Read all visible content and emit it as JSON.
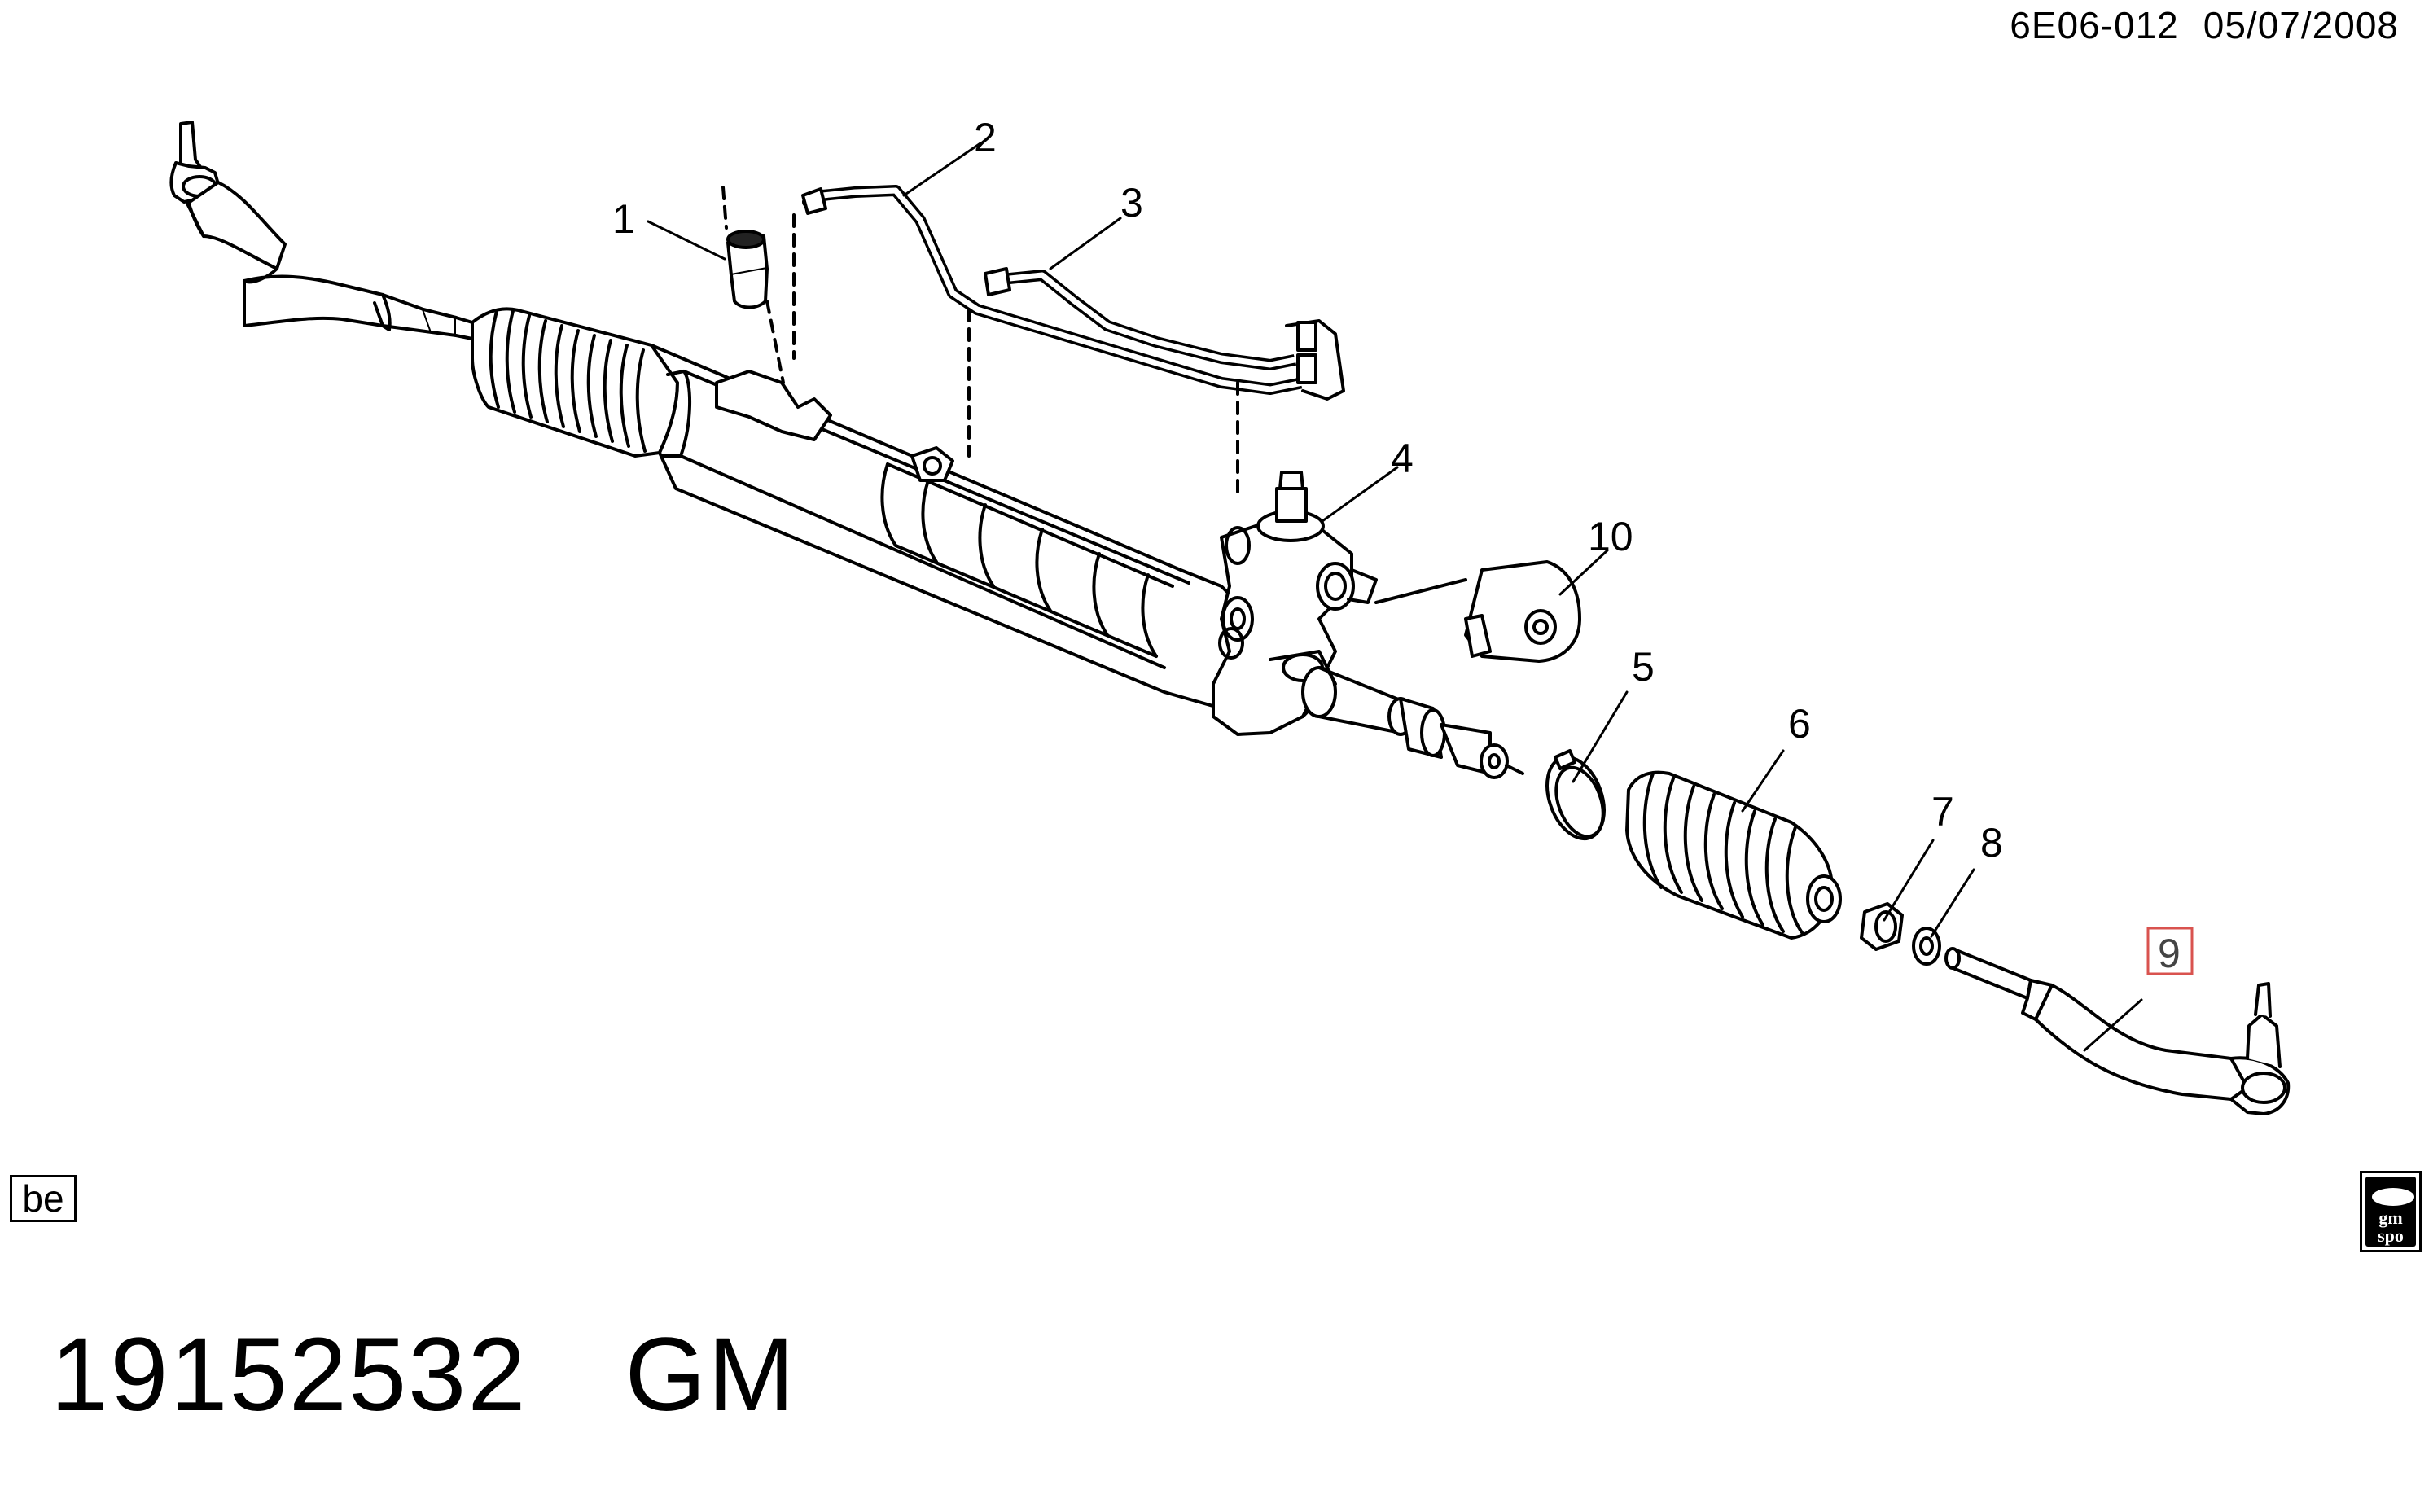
{
  "header": {
    "code": "6E06-012",
    "date": "05/07/2008"
  },
  "badge": "be",
  "footer": {
    "part_number": "19152532",
    "brand": "GM"
  },
  "callouts": [
    {
      "id": "c1",
      "label": "1"
    },
    {
      "id": "c2",
      "label": "2"
    },
    {
      "id": "c3",
      "label": "3"
    },
    {
      "id": "c4",
      "label": "4"
    },
    {
      "id": "c5",
      "label": "5"
    },
    {
      "id": "c6",
      "label": "6"
    },
    {
      "id": "c7",
      "label": "7"
    },
    {
      "id": "c8",
      "label": "8"
    },
    {
      "id": "c9",
      "label": "9"
    },
    {
      "id": "c10",
      "label": "10"
    }
  ],
  "highlight_color": "#d9534f",
  "logo": {
    "top": "gm",
    "bottom": "spo"
  }
}
